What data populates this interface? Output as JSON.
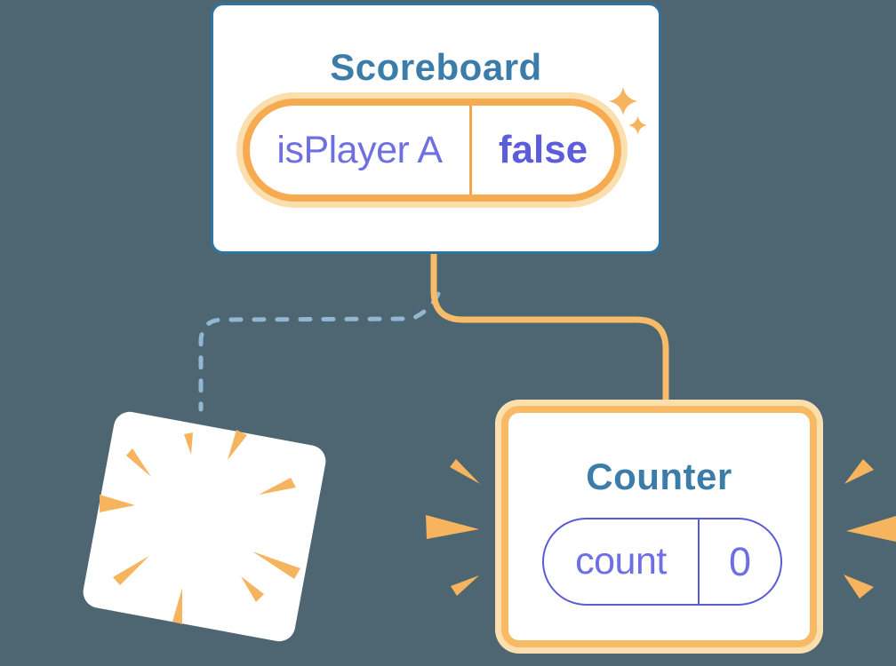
{
  "diagram": {
    "description": "Component state diagram: Scoreboard keeps state, old child is destroyed, new Counter child is created"
  },
  "scoreboard_card": {
    "title": "Scoreboard",
    "state_pill": {
      "name": "isPlayer A",
      "value": "false"
    }
  },
  "counter_card": {
    "title": "Counter",
    "state_pill": {
      "name": "count",
      "value": "0"
    }
  },
  "icons": {
    "sparkle_large": "sparkle-icon",
    "sparkle_small": "sparkle-icon",
    "poof_burst": "poof-burst-icon",
    "emphasis_left": "emphasis-rays-icon",
    "emphasis_right": "emphasis-rays-icon"
  },
  "colors": {
    "background": "#4D6671",
    "card_bg": "#FFFFFF",
    "blue_border": "#2E74A3",
    "blue_title": "#3B7CA8",
    "indigo_text": "#6F6FE4",
    "indigo_value": "#5C5CDC",
    "indigo_stroke": "#5B5BD8",
    "orange_strong": "#F7AB51",
    "orange_divider": "#F0A64B",
    "orange_halo": "#FBDFAE",
    "orange_border": "#F8BA62",
    "orange_line": "#F8BC68",
    "orange_burst": "#F6B45E",
    "dash_blue": "#93B7D0"
  }
}
